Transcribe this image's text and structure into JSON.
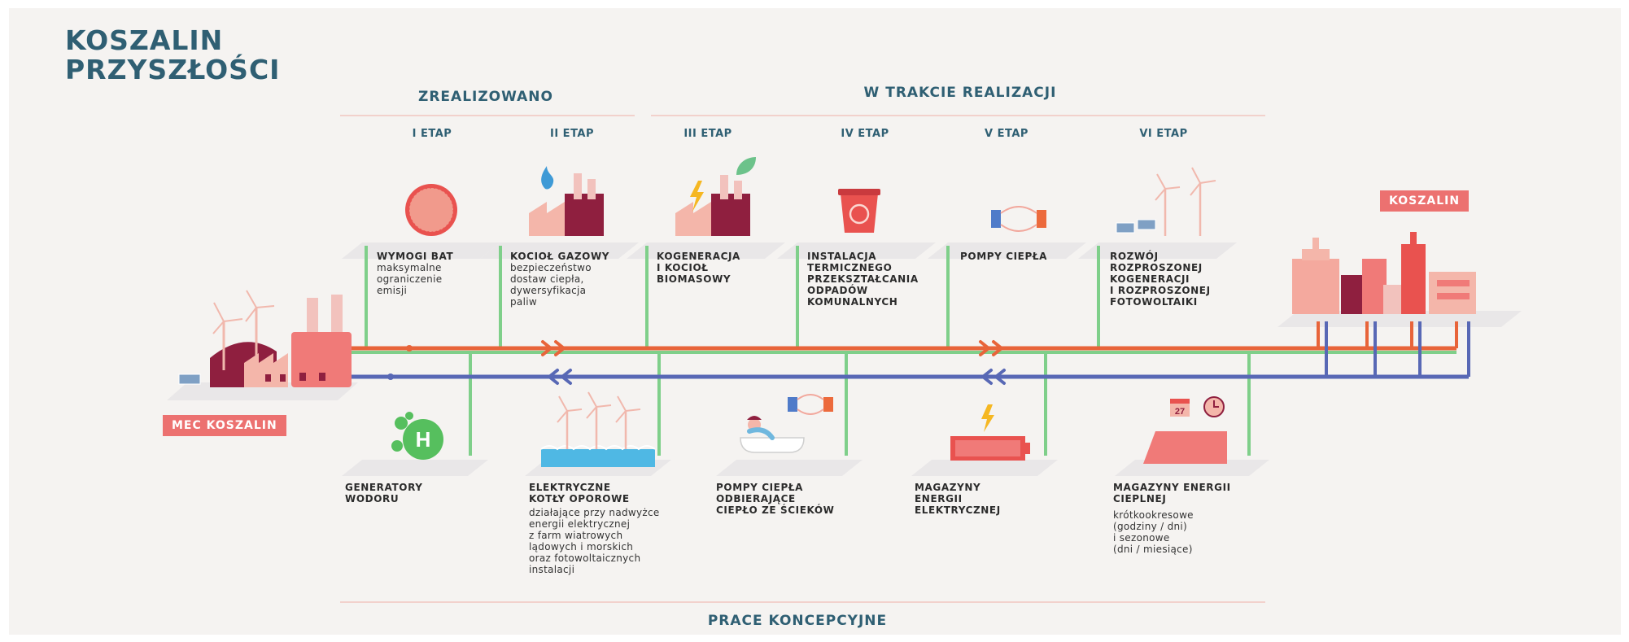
{
  "title": {
    "line1": "KOSZALIN",
    "line2": "PRZYSZŁOŚCI"
  },
  "sections": {
    "done": "ZREALIZOWANO",
    "in_progress": "W TRAKCIE REALIZACJI",
    "concept": "PRACE KONCEPCYJNE"
  },
  "stages": [
    "I ETAP",
    "II ETAP",
    "III ETAP",
    "IV ETAP",
    "V ETAP",
    "VI ETAP"
  ],
  "top_items": [
    {
      "title": "WYMOGI BAT",
      "desc": "maksymalne\nograniczenie\nemisji"
    },
    {
      "title": "KOCIOŁ GAZOWY",
      "desc": "bezpieczeństwo\ndostaw ciepła,\ndywersyfikacja\npaliw"
    },
    {
      "title": "KOGENERACJA\nI KOCIOŁ\nBIOMASOWY",
      "desc": ""
    },
    {
      "title": "INSTALACJA\nTERMICZNEGO\nPRZEKSZTAŁCANIA\nODPADÓW\nKOMUNALNYCH",
      "desc": ""
    },
    {
      "title": "POMPY CIEPŁA",
      "desc": ""
    },
    {
      "title": "ROZWÓJ\nROZPROSZONEJ\nKOGENERACJI\nI ROZPROSZONEJ\nFOTOWOLTAIKI",
      "desc": ""
    }
  ],
  "bottom_items": [
    {
      "title": "GENERATORY\nWODORU",
      "desc": ""
    },
    {
      "title": "ELEKTRYCZNE\nKOTŁY OPOROWE",
      "desc": "działające przy nadwyżce\nenergii elektrycznej\nz farm wiatrowych\nlądowych i morskich\noraz fotowoltaicznych\ninstalacji"
    },
    {
      "title": "POMPY CIEPŁA\nODBIERAJĄCE\nCIEPŁO ZE ŚCIEKÓW",
      "desc": ""
    },
    {
      "title": "MAGAZYNY\nENERGII\nELEKTRYCZNEJ",
      "desc": ""
    },
    {
      "title": "MAGAZYNY ENERGII\nCIEPLNEJ",
      "desc": "krótkookresowe\n(godziny / dni)\ni sezonowe\n(dni / miesiące)"
    }
  ],
  "badges": {
    "source": "MEC KOSZALIN",
    "city": "KOSZALIN"
  },
  "icon_texts": {
    "hydrogen": "H",
    "calendar_day": "27"
  },
  "colors": {
    "title": "#2f5f73",
    "supply_line": "#e8643a",
    "return_line": "#5868b5",
    "stage_line": "#7fcf8a",
    "badge": "#ec7170",
    "icon_dark": "#8f1f3f",
    "icon_light": "#f2a89d"
  }
}
